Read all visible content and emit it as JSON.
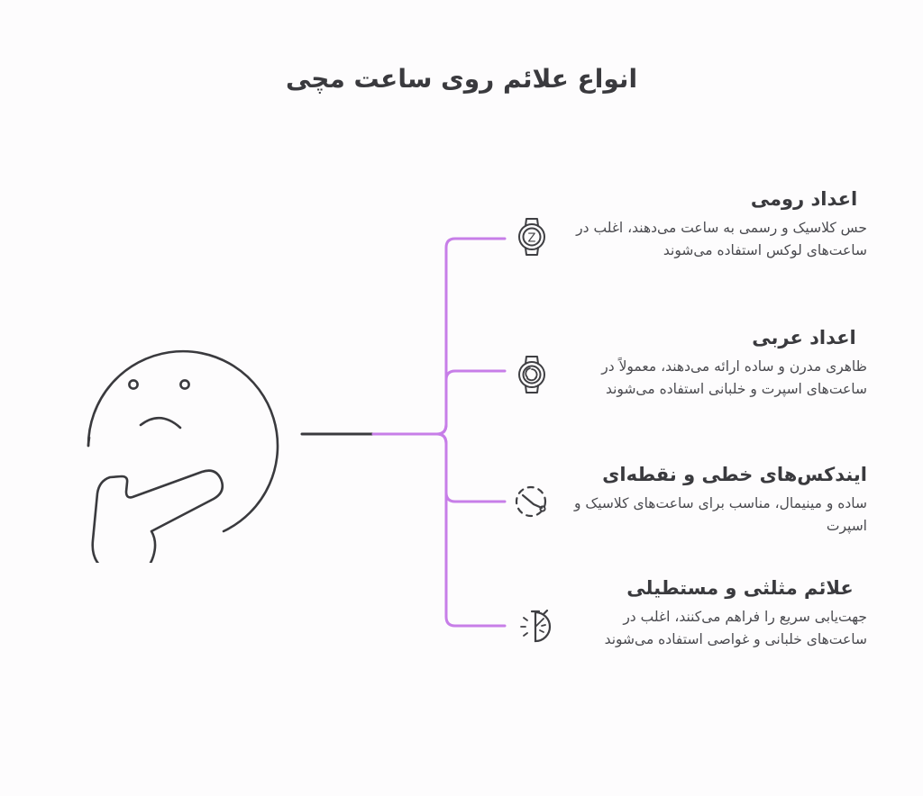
{
  "page": {
    "title": "انواع علائم روی ساعت مچی",
    "background_color": "#fdfcfd",
    "accent_color": "#c77ee8",
    "line_color": "#3a3a3e",
    "text_color": "#3b3b3f"
  },
  "illustration": {
    "name": "thinking-face-emoji",
    "stroke_color": "#3a3a3e"
  },
  "branches": [
    {
      "icon": "wristwatch-roman-numeral-icon",
      "heading": "اعداد رومی",
      "body": "حس کلاسیک و رسمی به ساعت می‌دهند، اغلب در ساعت‌های لوکس استفاده می‌شوند"
    },
    {
      "icon": "wristwatch-spiral-dial-icon",
      "heading": "اعداد عربی",
      "body": "ظاهری مدرن و ساده ارائه می‌دهند، معمولاً در ساعت‌های اسپرت و خلبانی استفاده می‌شوند"
    },
    {
      "icon": "dashed-clock-index-icon",
      "heading": "ایندکس‌های خطی و نقطه‌ای",
      "body": "ساده و مینیمال، مناسب برای ساعت‌های کلاسیک و اسپرت"
    },
    {
      "icon": "half-dial-marker-icon",
      "heading": "علائم مثلثی و مستطیلی",
      "body": "جهت‌یابی سریع را فراهم می‌کنند، اغلب در ساعت‌های خلبانی و غواصی استفاده می‌شوند"
    }
  ]
}
